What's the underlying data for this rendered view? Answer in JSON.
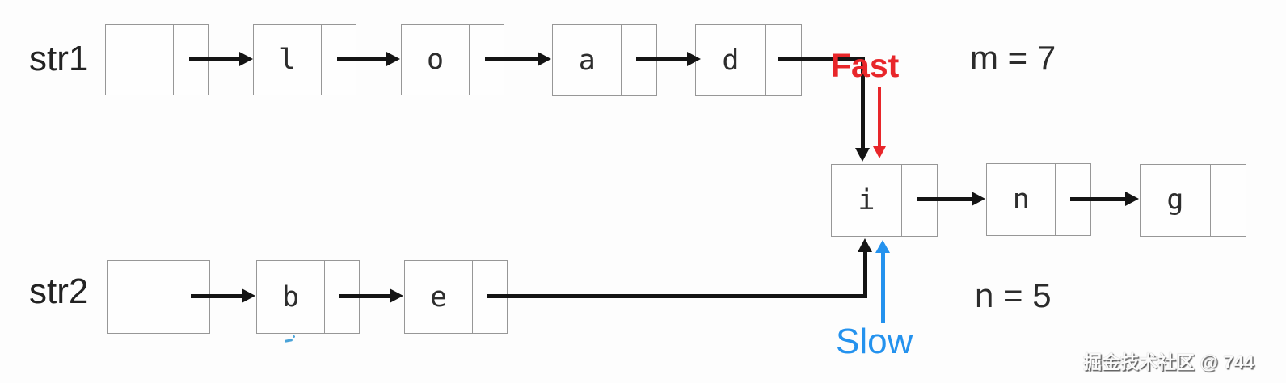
{
  "lists": {
    "str1": {
      "label": "str1",
      "nodes": [
        "",
        "l",
        "o",
        "a",
        "d"
      ],
      "length_text": "m = 7"
    },
    "str2": {
      "label": "str2",
      "nodes": [
        "",
        "b",
        "e"
      ],
      "length_text": "n = 5"
    },
    "shared_tail": {
      "nodes": [
        "i",
        "n",
        "g"
      ]
    }
  },
  "pointers": {
    "fast": {
      "label": "Fast",
      "color": "#e8262a",
      "target_node": "i"
    },
    "slow": {
      "label": "Slow",
      "color": "#2492ee",
      "target_node": "i"
    }
  },
  "watermark": {
    "text": "掘金技术社区 @ 744"
  },
  "colors": {
    "line_black": "#141414",
    "node_border": "#979797",
    "fast_red": "#e8262a",
    "slow_blue": "#2492ee",
    "background": "#fdfdfd"
  }
}
